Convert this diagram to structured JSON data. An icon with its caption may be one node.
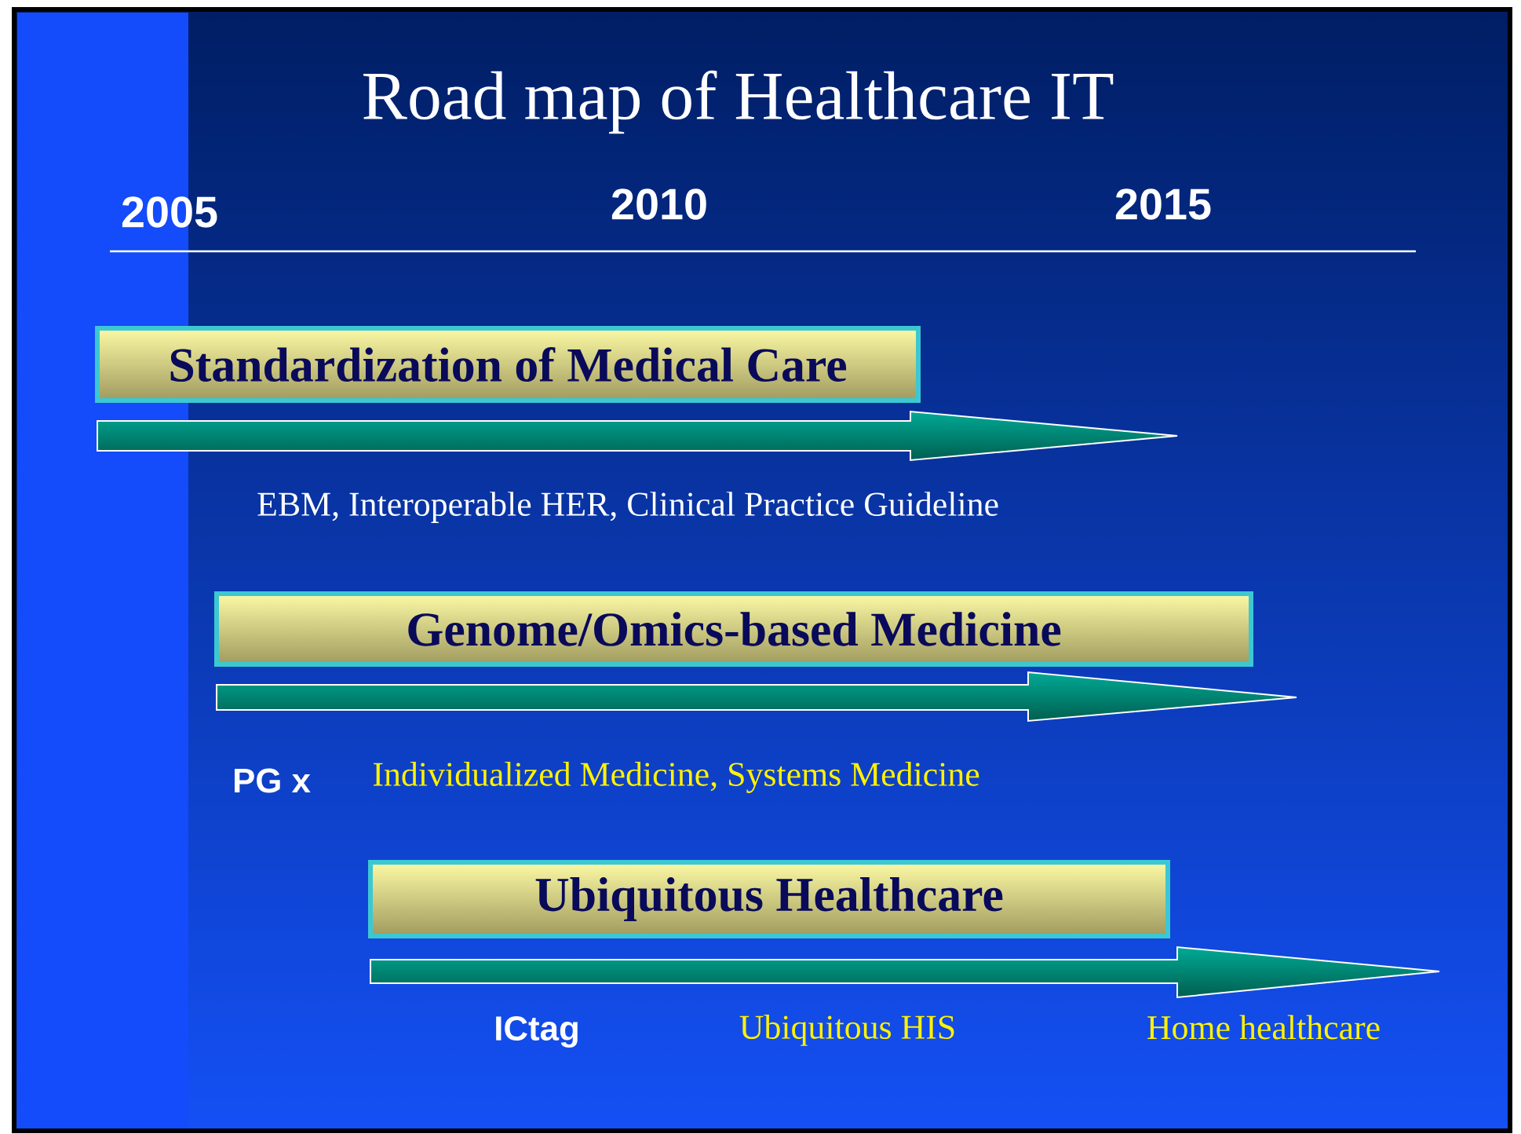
{
  "diagram": {
    "title": "Road map of Healthcare IT",
    "nodes": [
      {
        "text": [
          "Standardization of Medical Care"
        ]
      },
      {
        "text": [
          "Genome/Omics-based Medicine"
        ]
      },
      {
        "text": [
          "Ubiquitous Healthcare"
        ]
      }
    ],
    "edges": [],
    "labels": [
      "2005",
      "2010",
      "2015",
      "EBM, Interoperable HER, Clinical Practice Guideline",
      "PG x",
      "Individualized Medicine, Systems Medicine",
      "ICtag",
      "Ubiquitous HIS",
      "Home healthcare"
    ]
  }
}
